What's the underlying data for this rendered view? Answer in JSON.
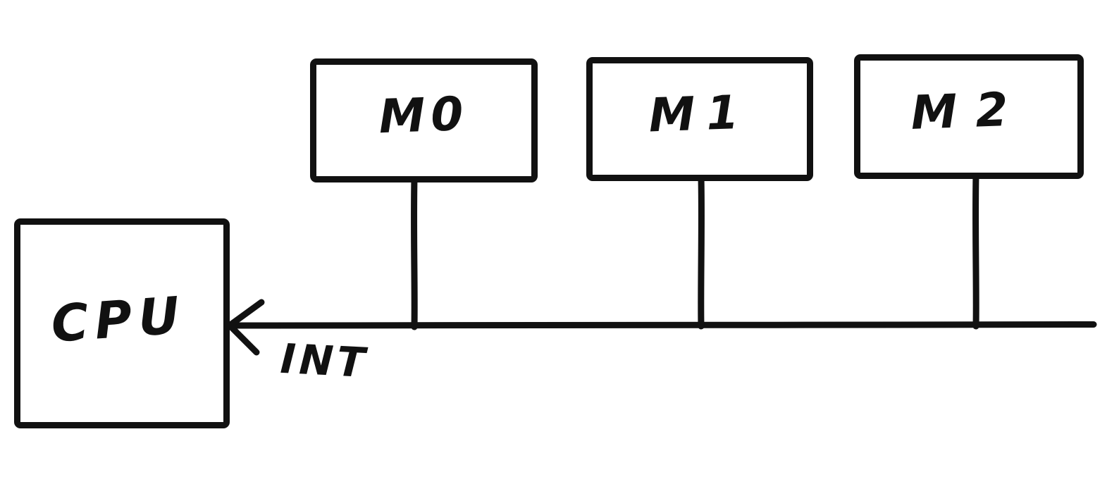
{
  "colors": {
    "ink": "#111111",
    "background": "#ffffff"
  },
  "diagram": {
    "type": "hand-drawn block diagram",
    "cpu": {
      "label": "CPU"
    },
    "modules": [
      {
        "label": "M0"
      },
      {
        "label": "M1"
      },
      {
        "label": "M2"
      }
    ],
    "bus": {
      "label": "INT"
    }
  }
}
